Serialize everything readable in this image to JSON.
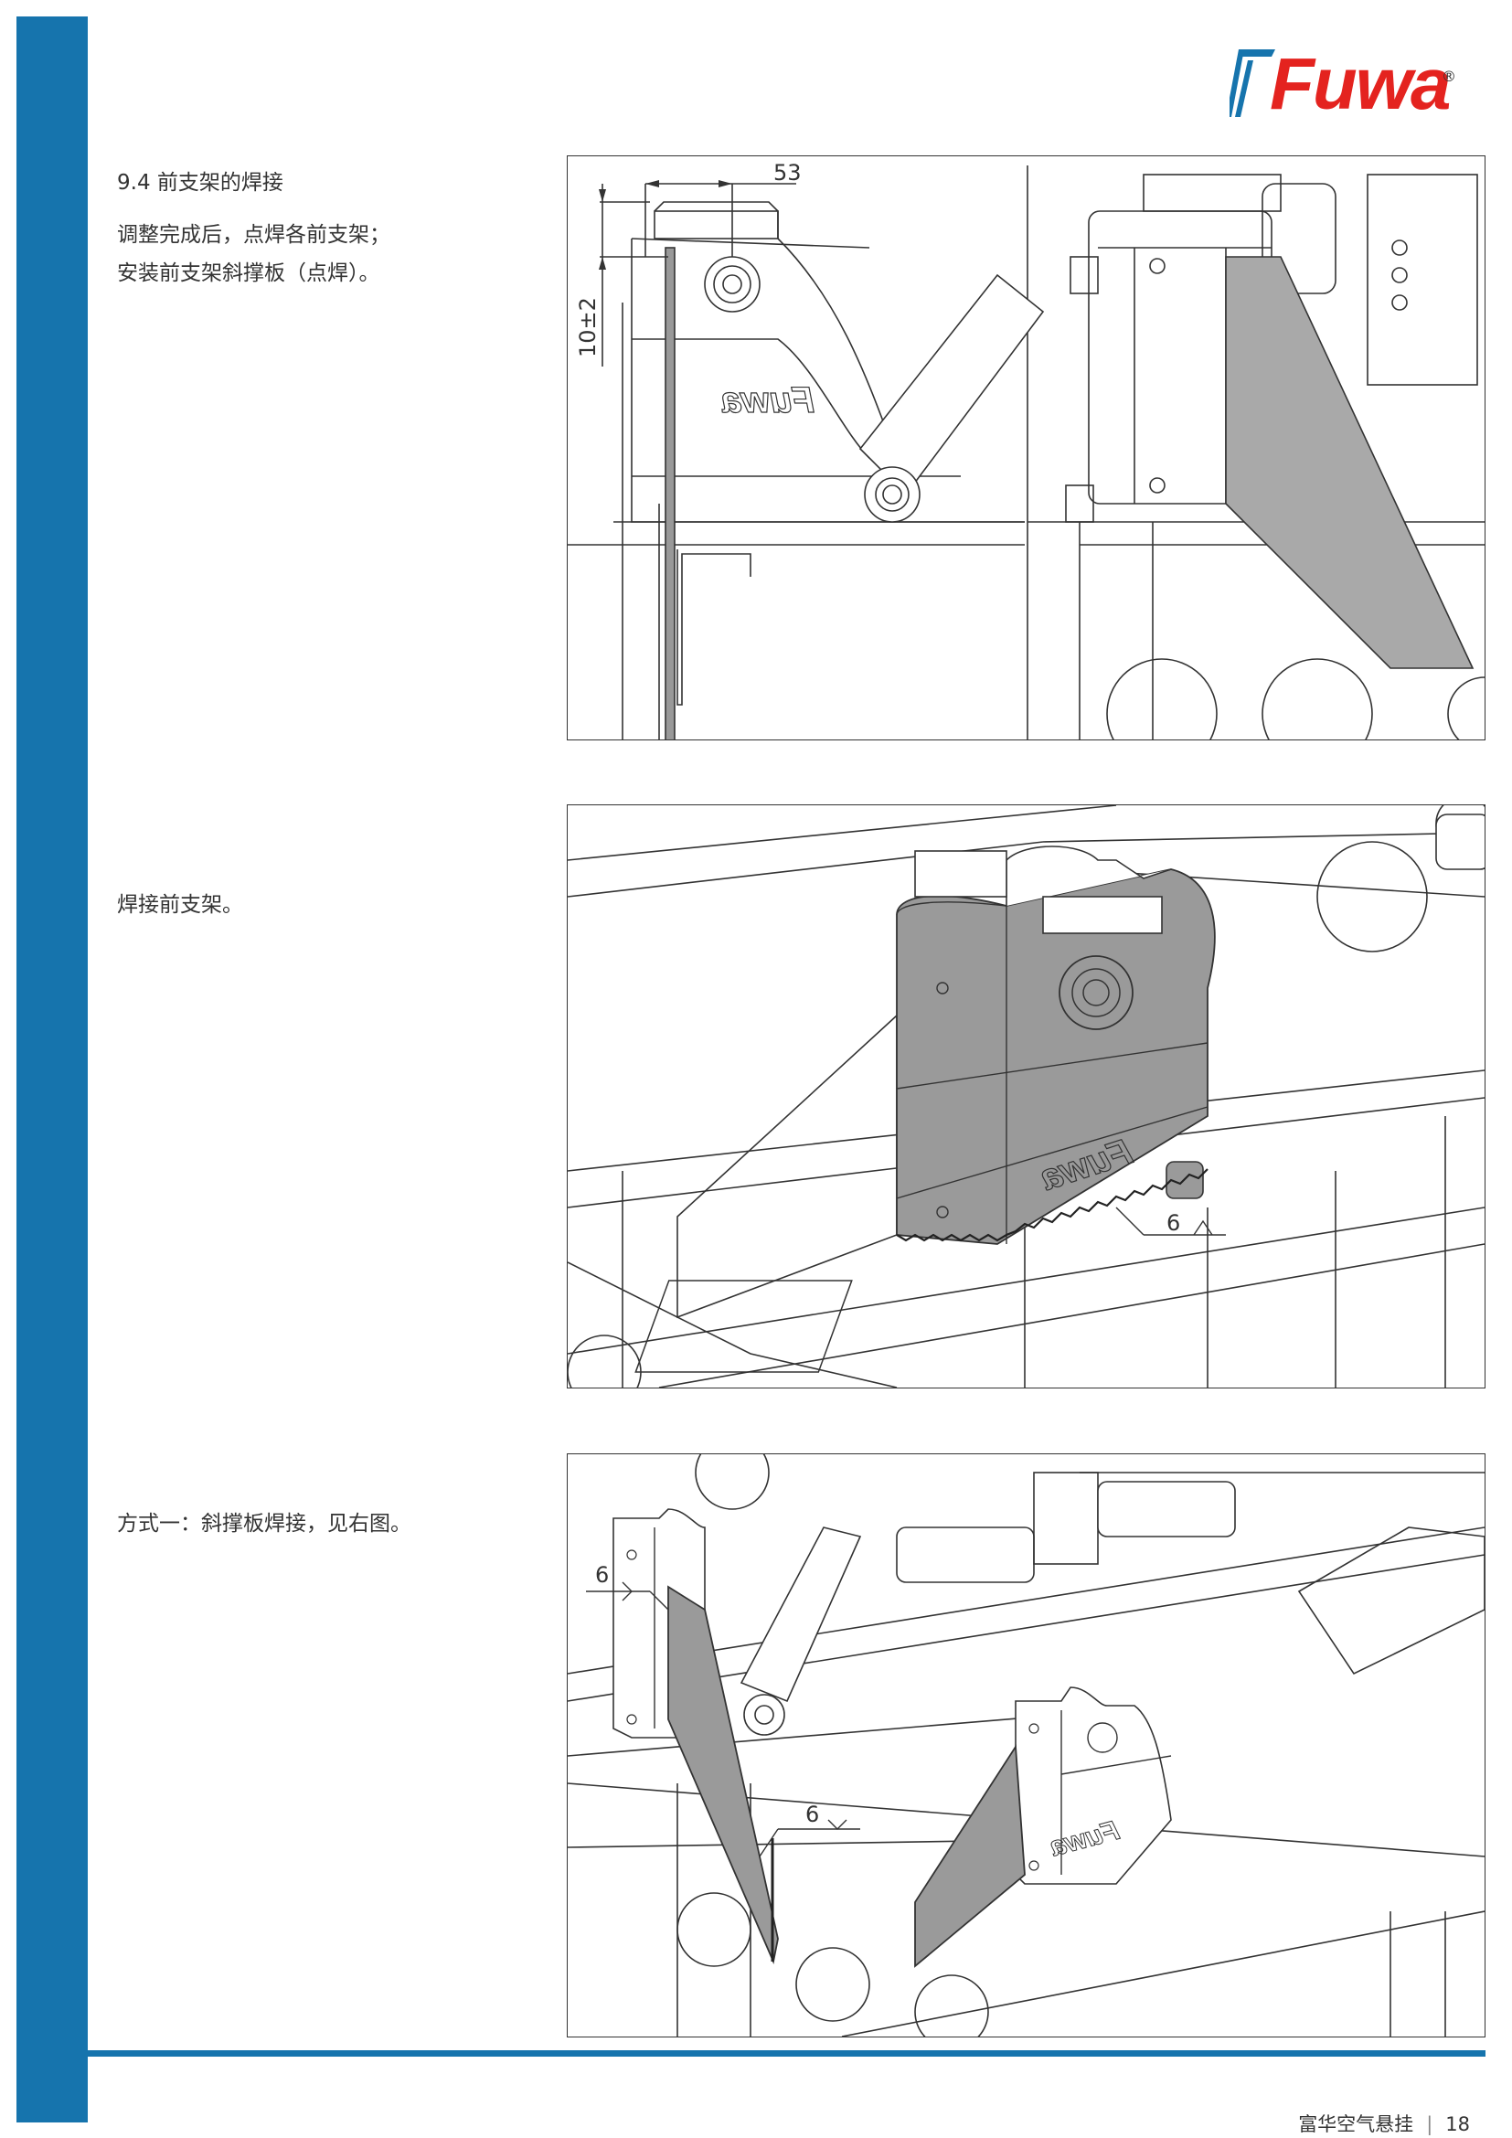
{
  "brand": {
    "logo_text": "Fuwa",
    "registered_mark": "®",
    "logo_color": "#e4231f",
    "mark_color": "#1674ad"
  },
  "sidebar": {
    "color": "#1674ad"
  },
  "section": {
    "heading": "9.4  前支架的焊接",
    "step1_line1": "调整完成后，点焊各前支架；",
    "step1_line2": "安装前支架斜撑板（点焊）。",
    "step2": "焊接前支架。",
    "step3": "方式一：斜撑板焊接，见右图。"
  },
  "figures": {
    "fig1": {
      "dim_horizontal": "53",
      "dim_vertical": "10±2",
      "bracket_logo_text": "Fuwa"
    },
    "fig2": {
      "weld_size": "6",
      "bracket_logo_text": "Fuwa"
    },
    "fig3": {
      "weld_size_left": "6",
      "weld_size_center": "6",
      "bracket_logo_text": "Fuwa"
    }
  },
  "footer": {
    "company": "富华空气悬挂",
    "page_number": "18"
  }
}
